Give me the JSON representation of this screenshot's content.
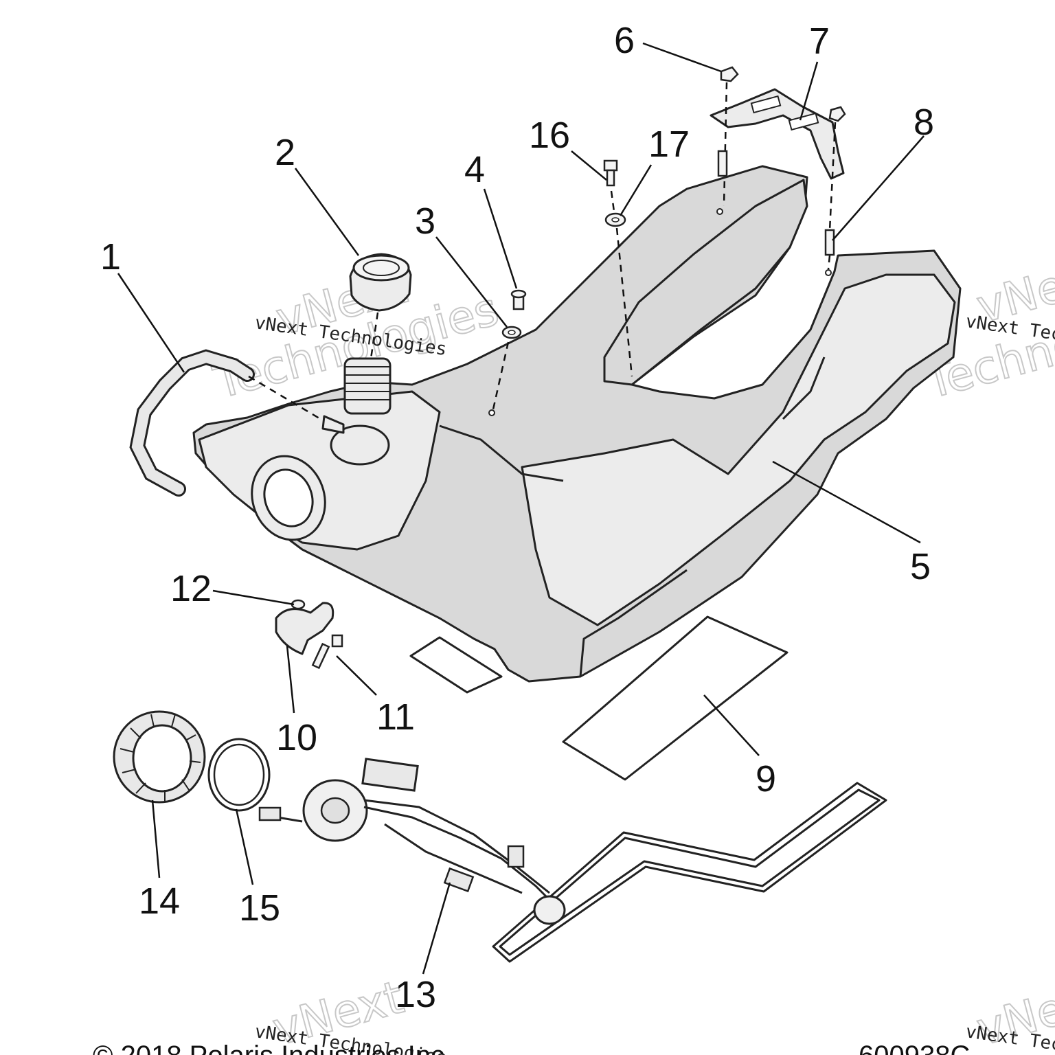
{
  "callouts": [
    {
      "id": "1",
      "label": "1"
    },
    {
      "id": "2",
      "label": "2"
    },
    {
      "id": "3",
      "label": "3"
    },
    {
      "id": "4",
      "label": "4"
    },
    {
      "id": "5",
      "label": "5"
    },
    {
      "id": "6",
      "label": "6"
    },
    {
      "id": "7",
      "label": "7"
    },
    {
      "id": "8",
      "label": "8"
    },
    {
      "id": "9",
      "label": "9"
    },
    {
      "id": "10",
      "label": "10"
    },
    {
      "id": "11",
      "label": "11"
    },
    {
      "id": "12",
      "label": "12"
    },
    {
      "id": "13",
      "label": "13"
    },
    {
      "id": "14",
      "label": "14"
    },
    {
      "id": "15",
      "label": "15"
    },
    {
      "id": "16",
      "label": "16"
    },
    {
      "id": "17",
      "label": "17"
    }
  ],
  "watermark": {
    "company": "vNext Technologies",
    "word1": "vNext",
    "word2": "Technologies"
  },
  "footer": {
    "copyright": "© 2018 Polaris Industries Inc.",
    "figure_id": "600938C"
  }
}
